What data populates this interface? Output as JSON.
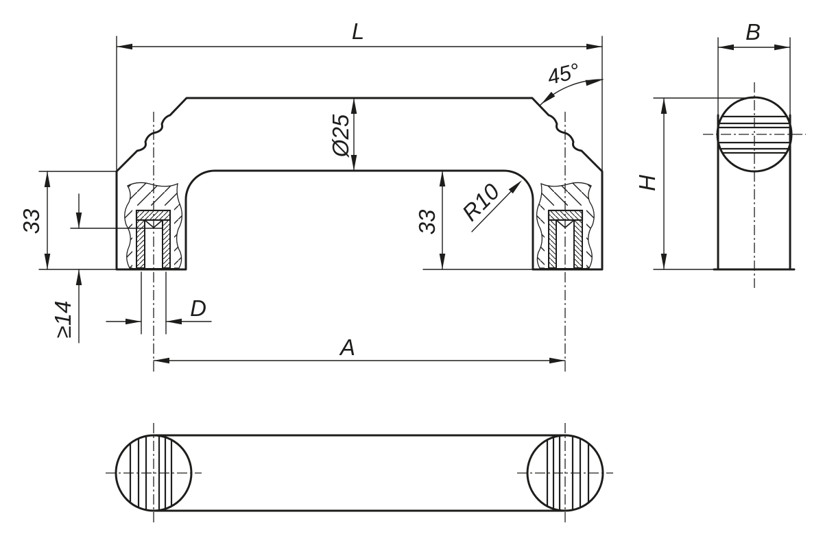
{
  "drawing": {
    "type": "technical-drawing",
    "subject": "pull-handle-with-threaded-inserts",
    "background_color": "#ffffff",
    "line_color": "#1d1d1b",
    "views": [
      "front-section-view",
      "side-view",
      "bottom-view"
    ],
    "dimensions": {
      "overall_length": "L",
      "chamfer_angle": "45°",
      "grip_diameter": "Ø25",
      "inner_corner_radius": "R10",
      "leg_height_left": "33",
      "leg_height_right": "33",
      "min_thread_depth": "≥14",
      "thread_diameter": "D",
      "hole_spacing": "A",
      "handle_width": "B",
      "overall_height": "H"
    }
  }
}
